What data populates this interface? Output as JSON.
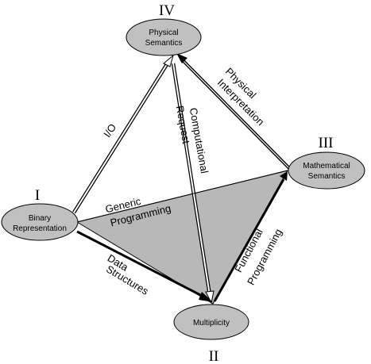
{
  "nodes": {
    "physical_semantics": {
      "numeral": "IV",
      "line1": "Physical",
      "line2": "Semantics"
    },
    "mathematical_semantics": {
      "numeral": "III",
      "line1": "Mathematical",
      "line2": "Semantics"
    },
    "binary_representation": {
      "numeral": "I",
      "line1": "Binary",
      "line2": "Representation"
    },
    "multiplicity": {
      "numeral": "II",
      "line1": "Multiplicity"
    }
  },
  "edges": {
    "io": {
      "text": "I/O"
    },
    "computational_request": {
      "line1": "Computational",
      "line2": "Request"
    },
    "physical_interpretation": {
      "line1": "Physical",
      "line2": "Interpretation"
    },
    "generic_programming": {
      "line1": "Generic",
      "line2": "Programming"
    },
    "data_structures": {
      "line1": "Data",
      "line2": "Structures"
    },
    "functional_programming": {
      "line1": "Functional",
      "line2": "Programming"
    }
  },
  "colors": {
    "node_fill": "#c0c0c0",
    "face_fill": "#b8b8b8",
    "stroke": "#000000"
  }
}
